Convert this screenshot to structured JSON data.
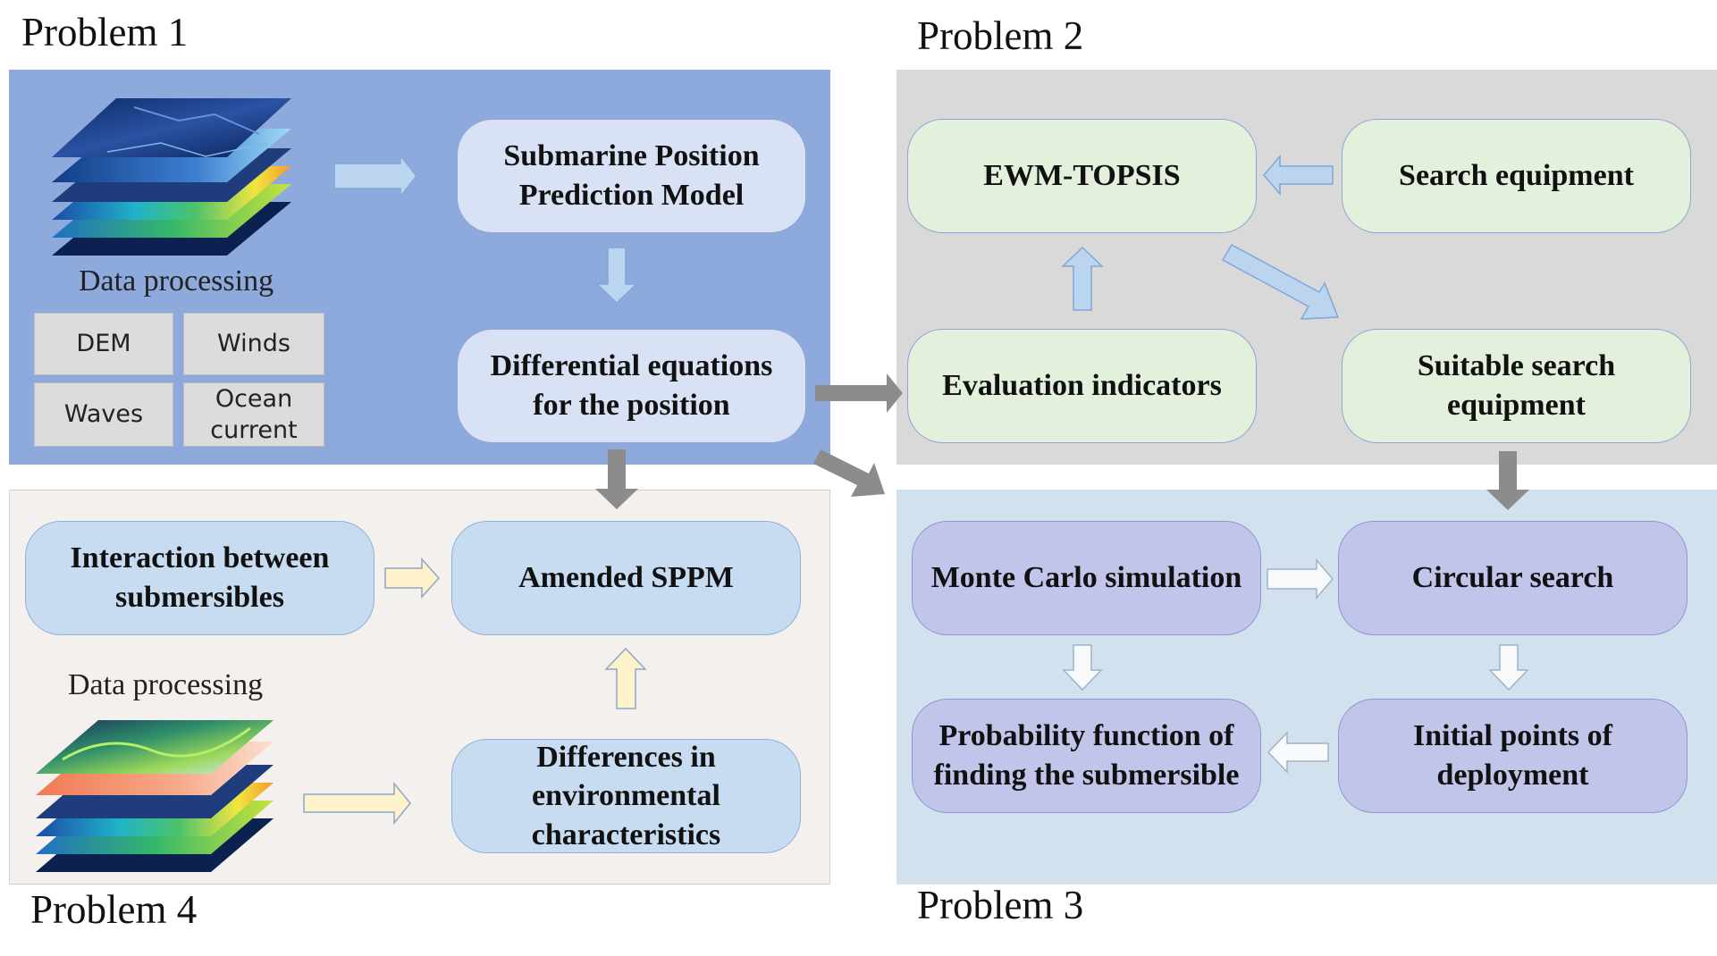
{
  "problem1": {
    "title": "Problem 1",
    "data_processing_label": "Data processing",
    "tags": [
      "DEM",
      "Winds",
      "Waves",
      "Ocean current"
    ],
    "box_sppm": "Submarine Position Prediction Model",
    "box_diff_eq": "Differential equations for the position"
  },
  "problem2": {
    "title": "Problem 2",
    "box_ewm": "EWM-TOPSIS",
    "box_search_equipment": "Search equipment",
    "box_evaluation": "Evaluation indicators",
    "box_suitable": "Suitable search equipment"
  },
  "problem3": {
    "title": "Problem 3",
    "box_monte_carlo": "Monte Carlo simulation",
    "box_circular": "Circular search",
    "box_probability": "Probability function of finding the submersible",
    "box_initial_points": "Initial points of deployment"
  },
  "problem4": {
    "title": "Problem 4",
    "data_processing_label": "Data processing",
    "box_interaction": "Interaction between submersibles",
    "box_amended": "Amended SPPM",
    "box_differences": "Differences in environmental characteristics"
  },
  "colors": {
    "panel1_bg": "#8eaadc",
    "panel2_bg": "#d9d9d9",
    "panel3_bg": "#d1e1ee",
    "panel4_bg": "#f3f0ed",
    "arrow_blue": "#bcd5ef",
    "arrow_yellow": "#fdf2c9",
    "arrow_gray": "#8c8c8c",
    "arrow_white": "#f7f9fb"
  }
}
